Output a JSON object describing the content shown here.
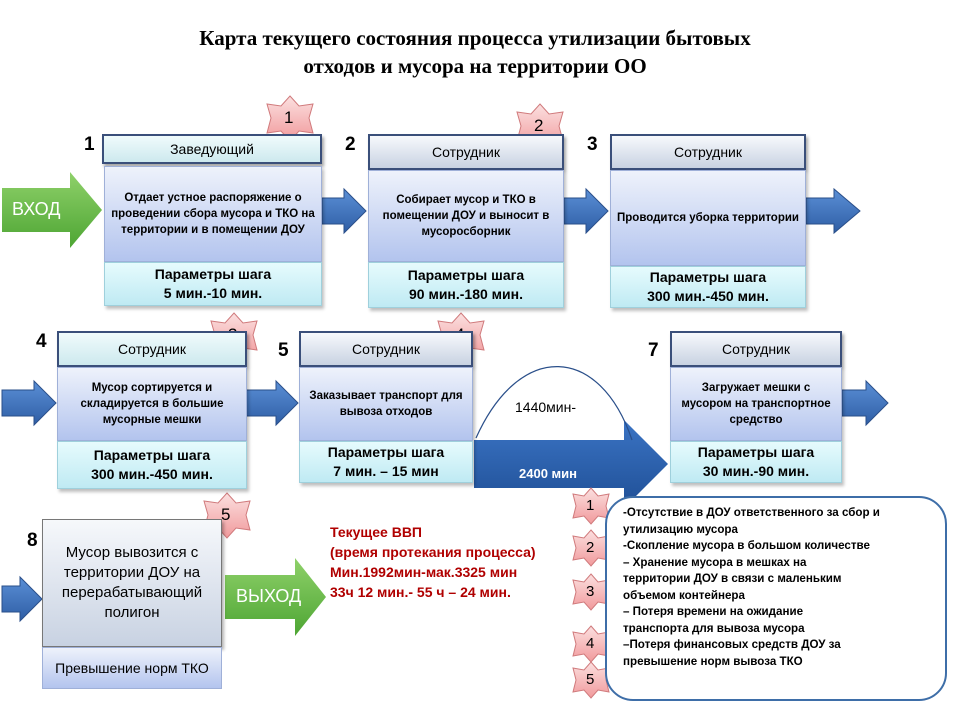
{
  "title": {
    "line1": "Карта текущего состояния процесса утилизации бытовых",
    "line2": "отходов и мусора на территории ОО"
  },
  "entry_label": "ВХОД",
  "exit_label": "ВЫХОД",
  "params_label": "Параметры шага",
  "steps": [
    {
      "num": "1",
      "role": "Заведующий",
      "action": "Отдает устное распоряжение о проведении сбора мусора и ТКО на территории и в помещении ДОУ",
      "time": "5 мин.-10 мин."
    },
    {
      "num": "2",
      "role": "Сотрудник",
      "action": "Собирает мусор и ТКО в помещении ДОУ и выносит в мусоросборник",
      "time": "90 мин.-180 мин."
    },
    {
      "num": "3",
      "role": "Сотрудник",
      "action": "Проводится уборка территории",
      "time": "300 мин.-450 мин."
    },
    {
      "num": "4",
      "role": "Сотрудник",
      "action": "Мусор сортируется и складируется в большие мусорные мешки",
      "time": "300 мин.-450 мин."
    },
    {
      "num": "5",
      "role": "Сотрудник",
      "action": "Заказывает транспорт для вывоза отходов",
      "time": "7 мин. – 15 мин"
    },
    {
      "num": "7",
      "role": "Сотрудник",
      "action": "Загружает мешки с мусором на транспортное средство",
      "time": "30 мин.-90 мин."
    },
    {
      "num": "8",
      "action": "Мусор вывозится с территории ДОУ на перерабатывающий полигон",
      "excess": "Превышение норм ТКО"
    }
  ],
  "wait": {
    "top": "1440мин-",
    "bottom": "2400 мин"
  },
  "stars": [
    "1",
    "2",
    "3",
    "4",
    "5"
  ],
  "cycle_time": {
    "line1": "Текущее ВВП",
    "line2": "(время протекания процесса)",
    "line3": "Мин.1992мин-мак.3325 мин",
    "line4": "33ч 12 мин.- 55 ч – 24 мин."
  },
  "problems": [
    "-Отсутствие в ДОУ ответственного за сбор и",
    "утилизацию мусора",
    "-Скопление мусора в большом количестве",
    "– Хранение мусора в мешках на",
    "территории ДОУ в связи с маленьким",
    "объемом контейнера",
    "– Потеря времени на ожидание",
    "транспорта для вывоза мусора",
    "–Потеря финансовых средств ДОУ за",
    "превышение норм вывоза ТКО"
  ],
  "colors": {
    "entry_exit": "#6cbd45",
    "arrow": "#3a6fb7",
    "star": "#f3b2b3"
  }
}
